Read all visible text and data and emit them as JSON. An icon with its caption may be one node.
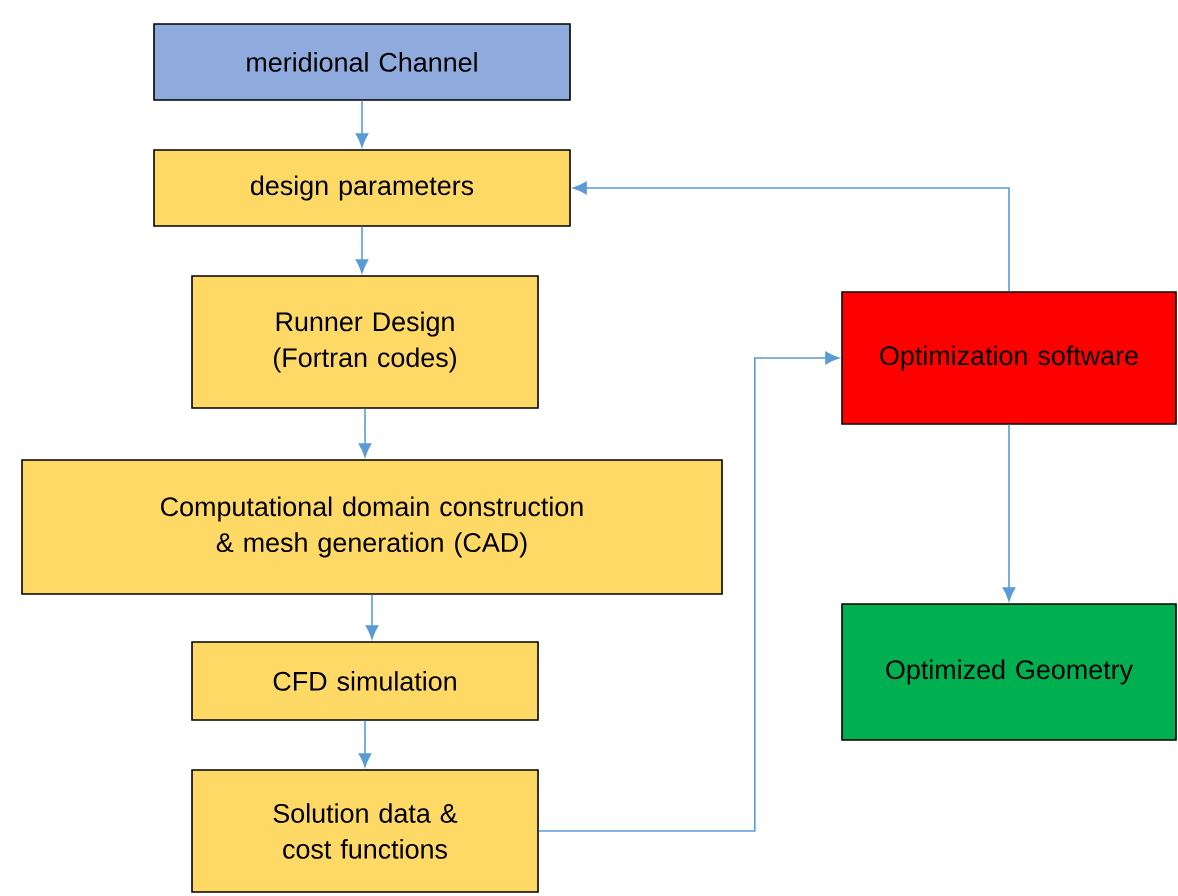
{
  "diagram": {
    "nodes": [
      {
        "text": [
          "meridional Channel"
        ]
      },
      {
        "text": [
          "design parameters"
        ]
      },
      {
        "text": [
          "Runner Design (Fortran codes)"
        ]
      },
      {
        "text": [
          "Computational domain construction & mesh generation (CAD)"
        ]
      },
      {
        "text": [
          "CFD simulation"
        ]
      },
      {
        "text": [
          "Solution data & cost functions"
        ]
      },
      {
        "text": [
          "Optimization software"
        ]
      },
      {
        "text": [
          "Optimized Geometry"
        ]
      }
    ],
    "edges": [
      {
        "from": 0,
        "to": 1,
        "arrow": "to"
      },
      {
        "from": 1,
        "to": 2,
        "arrow": "to"
      },
      {
        "from": 2,
        "to": 3,
        "arrow": "to"
      },
      {
        "from": 3,
        "to": 4,
        "arrow": "to"
      },
      {
        "from": 4,
        "to": 5,
        "arrow": "to"
      },
      {
        "from": 5,
        "to": 6,
        "arrow": "to"
      },
      {
        "from": 6,
        "to": 1,
        "arrow": "to"
      },
      {
        "from": 6,
        "to": 7,
        "arrow": "to"
      }
    ]
  }
}
